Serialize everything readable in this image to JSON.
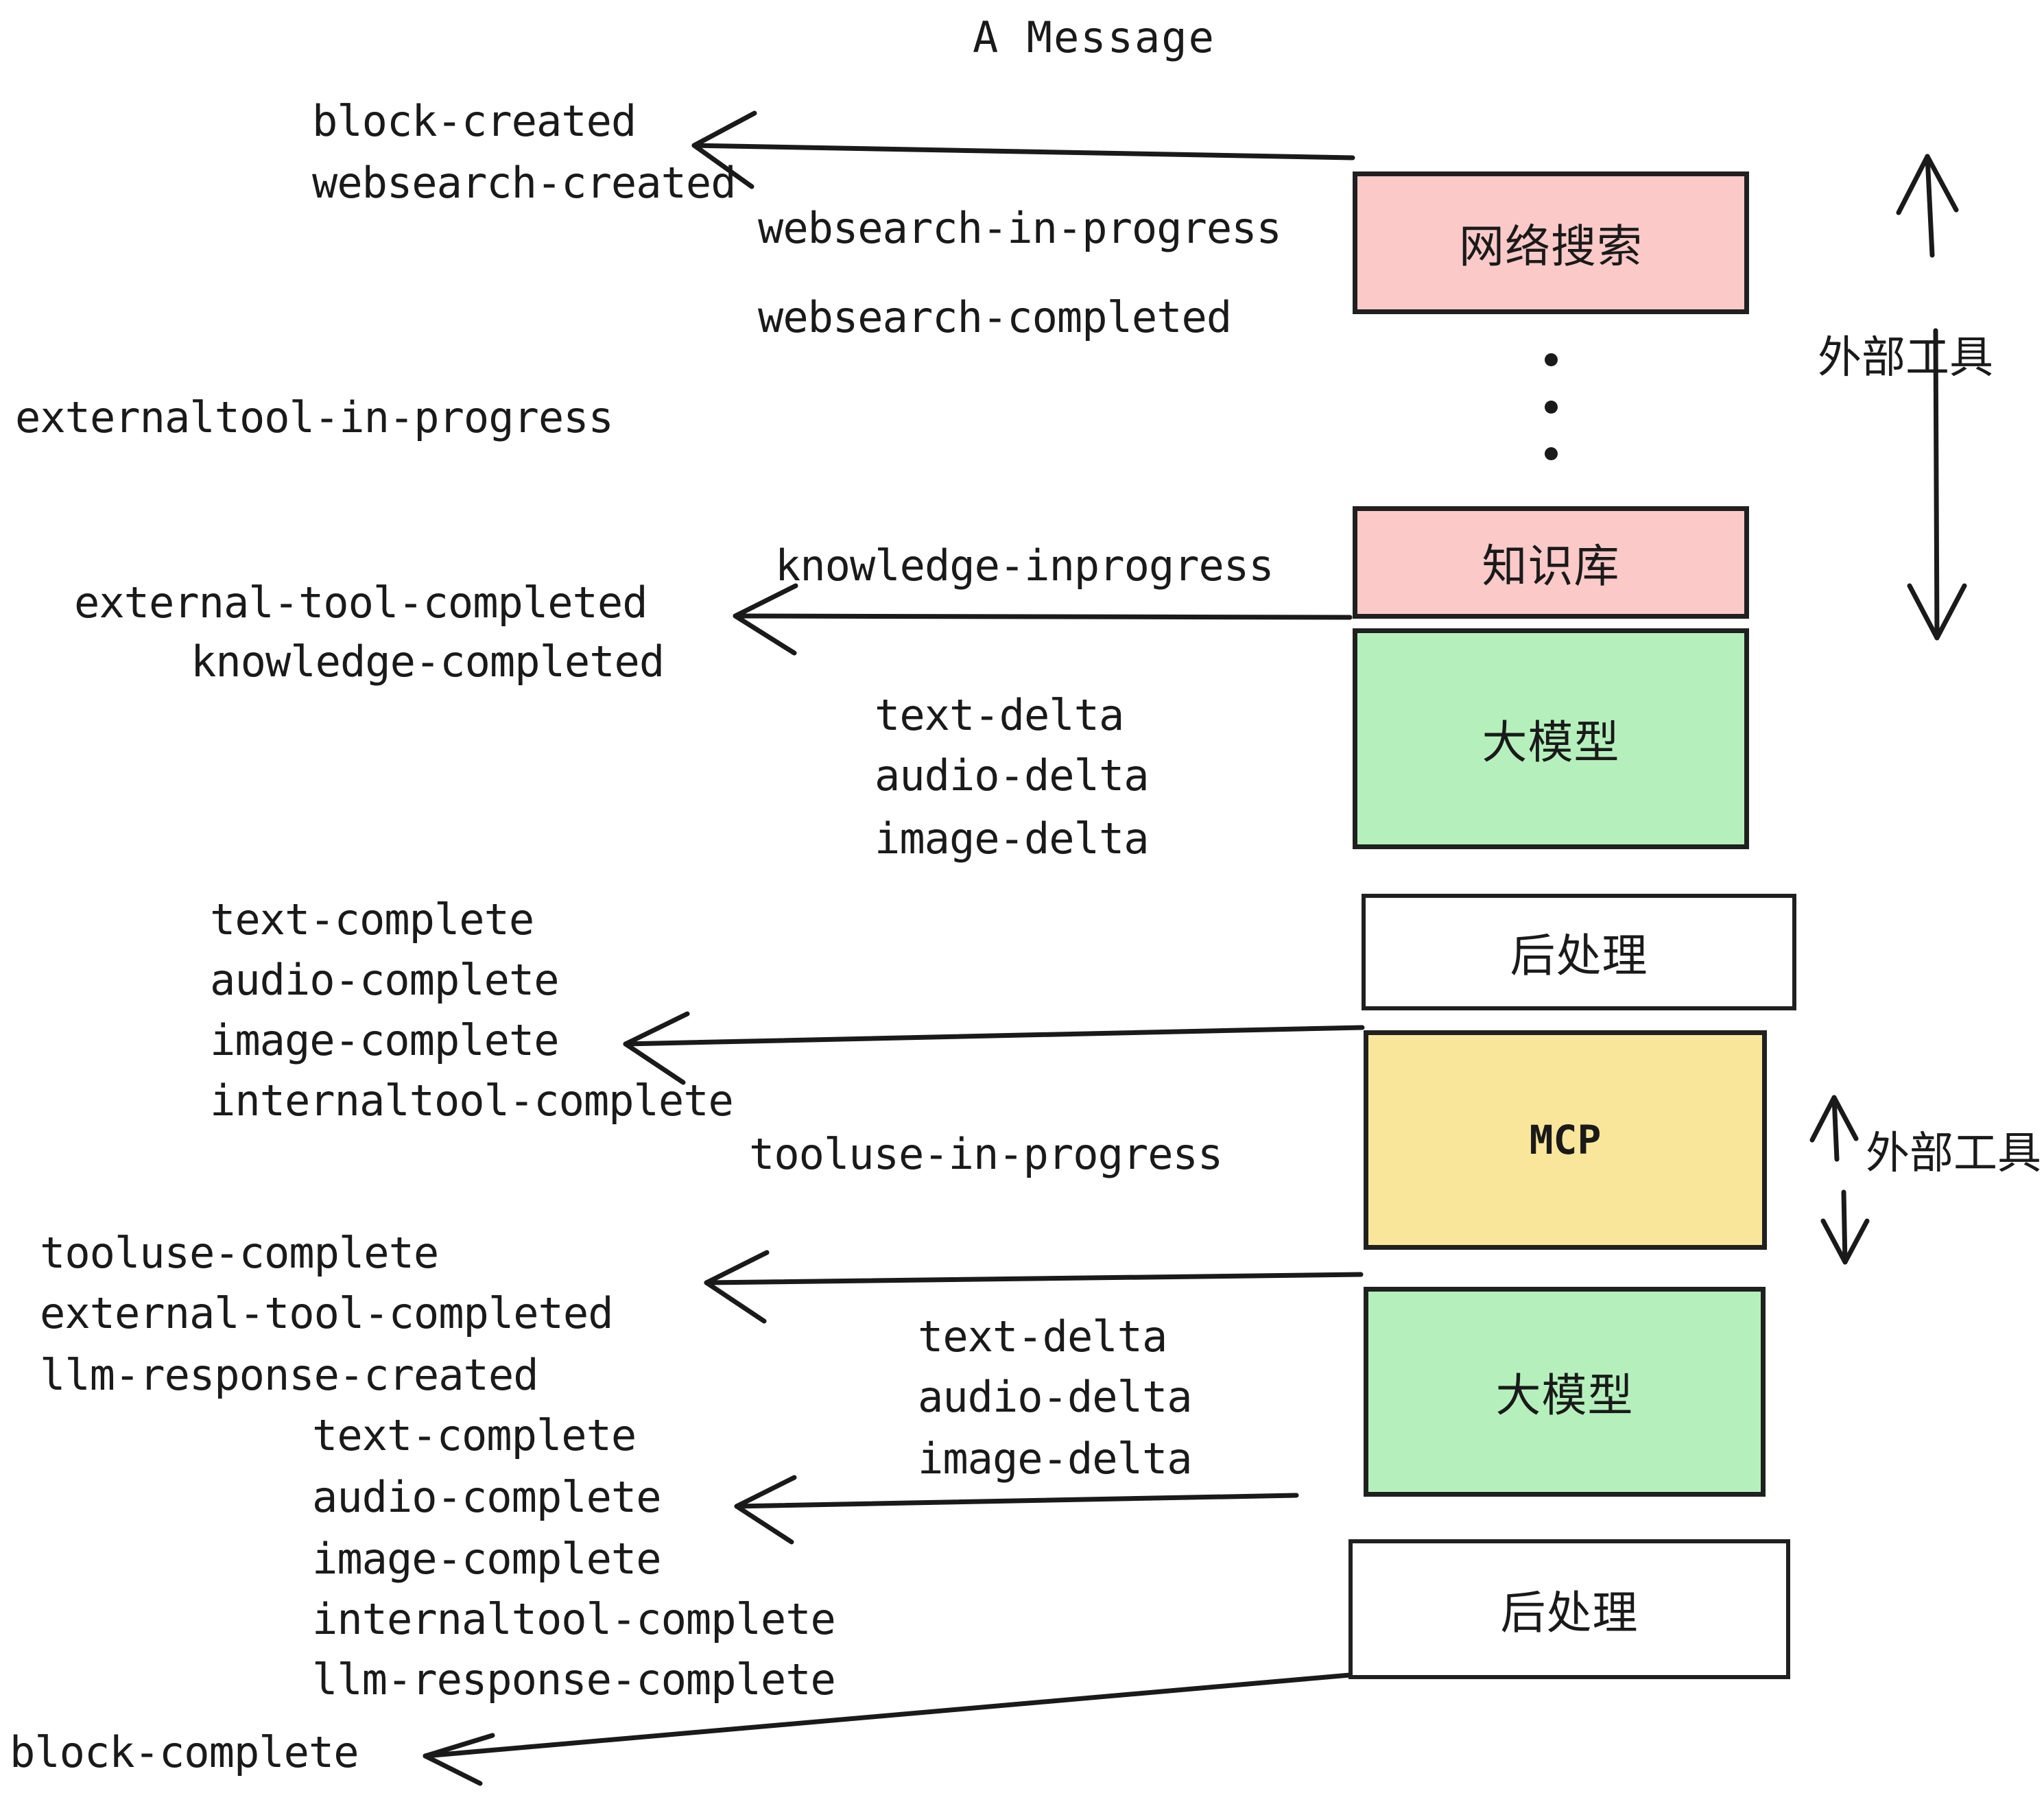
{
  "title": "A Message",
  "colors": {
    "tool_fill": "#fcc9c9",
    "llm_fill": "#b5f0bc",
    "mcp_fill": "#fae69a",
    "postprocess_fill": "#ffffff",
    "stroke": "#202020",
    "text": "#1a1a1a",
    "background": "#ffffff"
  },
  "nodes": [
    {
      "id": "websearch",
      "label": "网络搜索",
      "fill": "#fcc9c9",
      "kind": "external-tool"
    },
    {
      "id": "knowledge",
      "label": "知识库",
      "fill": "#fcc9c9",
      "kind": "external-tool"
    },
    {
      "id": "llm-1",
      "label": "大模型",
      "fill": "#b5f0bc",
      "kind": "llm"
    },
    {
      "id": "postprocess-1",
      "label": "后处理",
      "fill": "#ffffff",
      "kind": "postprocess"
    },
    {
      "id": "mcp",
      "label": "MCP",
      "fill": "#fae69a",
      "kind": "external-tool"
    },
    {
      "id": "llm-2",
      "label": "大模型",
      "fill": "#b5f0bc",
      "kind": "llm"
    },
    {
      "id": "postprocess-2",
      "label": "后处理",
      "fill": "#ffffff",
      "kind": "postprocess"
    }
  ],
  "side_labels": [
    {
      "id": "external-tools-top",
      "label": "外部工具"
    },
    {
      "id": "external-tools-bottom",
      "label": "外部工具"
    }
  ],
  "events": [
    {
      "id": "block-created",
      "text": "block-created"
    },
    {
      "id": "websearch-created",
      "text": "websearch-created"
    },
    {
      "id": "websearch-in-progress",
      "text": "websearch-in-progress"
    },
    {
      "id": "websearch-completed",
      "text": "websearch-completed"
    },
    {
      "id": "externaltool-in-progress",
      "text": "externaltool-in-progress"
    },
    {
      "id": "knowledge-inprogress",
      "text": "knowledge-inprogress"
    },
    {
      "id": "external-tool-completed-1",
      "text": "external-tool-completed"
    },
    {
      "id": "knowledge-completed",
      "text": "knowledge-completed"
    },
    {
      "id": "text-delta-1",
      "text": "text-delta"
    },
    {
      "id": "audio-delta-1",
      "text": "audio-delta"
    },
    {
      "id": "image-delta-1",
      "text": "image-delta"
    },
    {
      "id": "text-complete-1",
      "text": "text-complete"
    },
    {
      "id": "audio-complete-1",
      "text": "audio-complete"
    },
    {
      "id": "image-complete-1",
      "text": "image-complete"
    },
    {
      "id": "internaltool-complete-1",
      "text": "internaltool-complete"
    },
    {
      "id": "tooluse-in-progress",
      "text": "tooluse-in-progress"
    },
    {
      "id": "tooluse-complete",
      "text": "tooluse-complete"
    },
    {
      "id": "external-tool-completed-2",
      "text": "external-tool-completed"
    },
    {
      "id": "llm-response-created",
      "text": "llm-response-created"
    },
    {
      "id": "text-delta-2",
      "text": "text-delta"
    },
    {
      "id": "audio-delta-2",
      "text": "audio-delta"
    },
    {
      "id": "image-delta-2",
      "text": "image-delta"
    },
    {
      "id": "text-complete-2",
      "text": "text-complete"
    },
    {
      "id": "audio-complete-2",
      "text": "audio-complete"
    },
    {
      "id": "image-complete-2",
      "text": "image-complete"
    },
    {
      "id": "internaltool-complete-2",
      "text": "internaltool-complete"
    },
    {
      "id": "llm-response-complete",
      "text": "llm-response-complete"
    },
    {
      "id": "block-complete",
      "text": "block-complete"
    }
  ],
  "ellipsis": {
    "id": "vertical-ellipsis",
    "dot_count": 3
  }
}
